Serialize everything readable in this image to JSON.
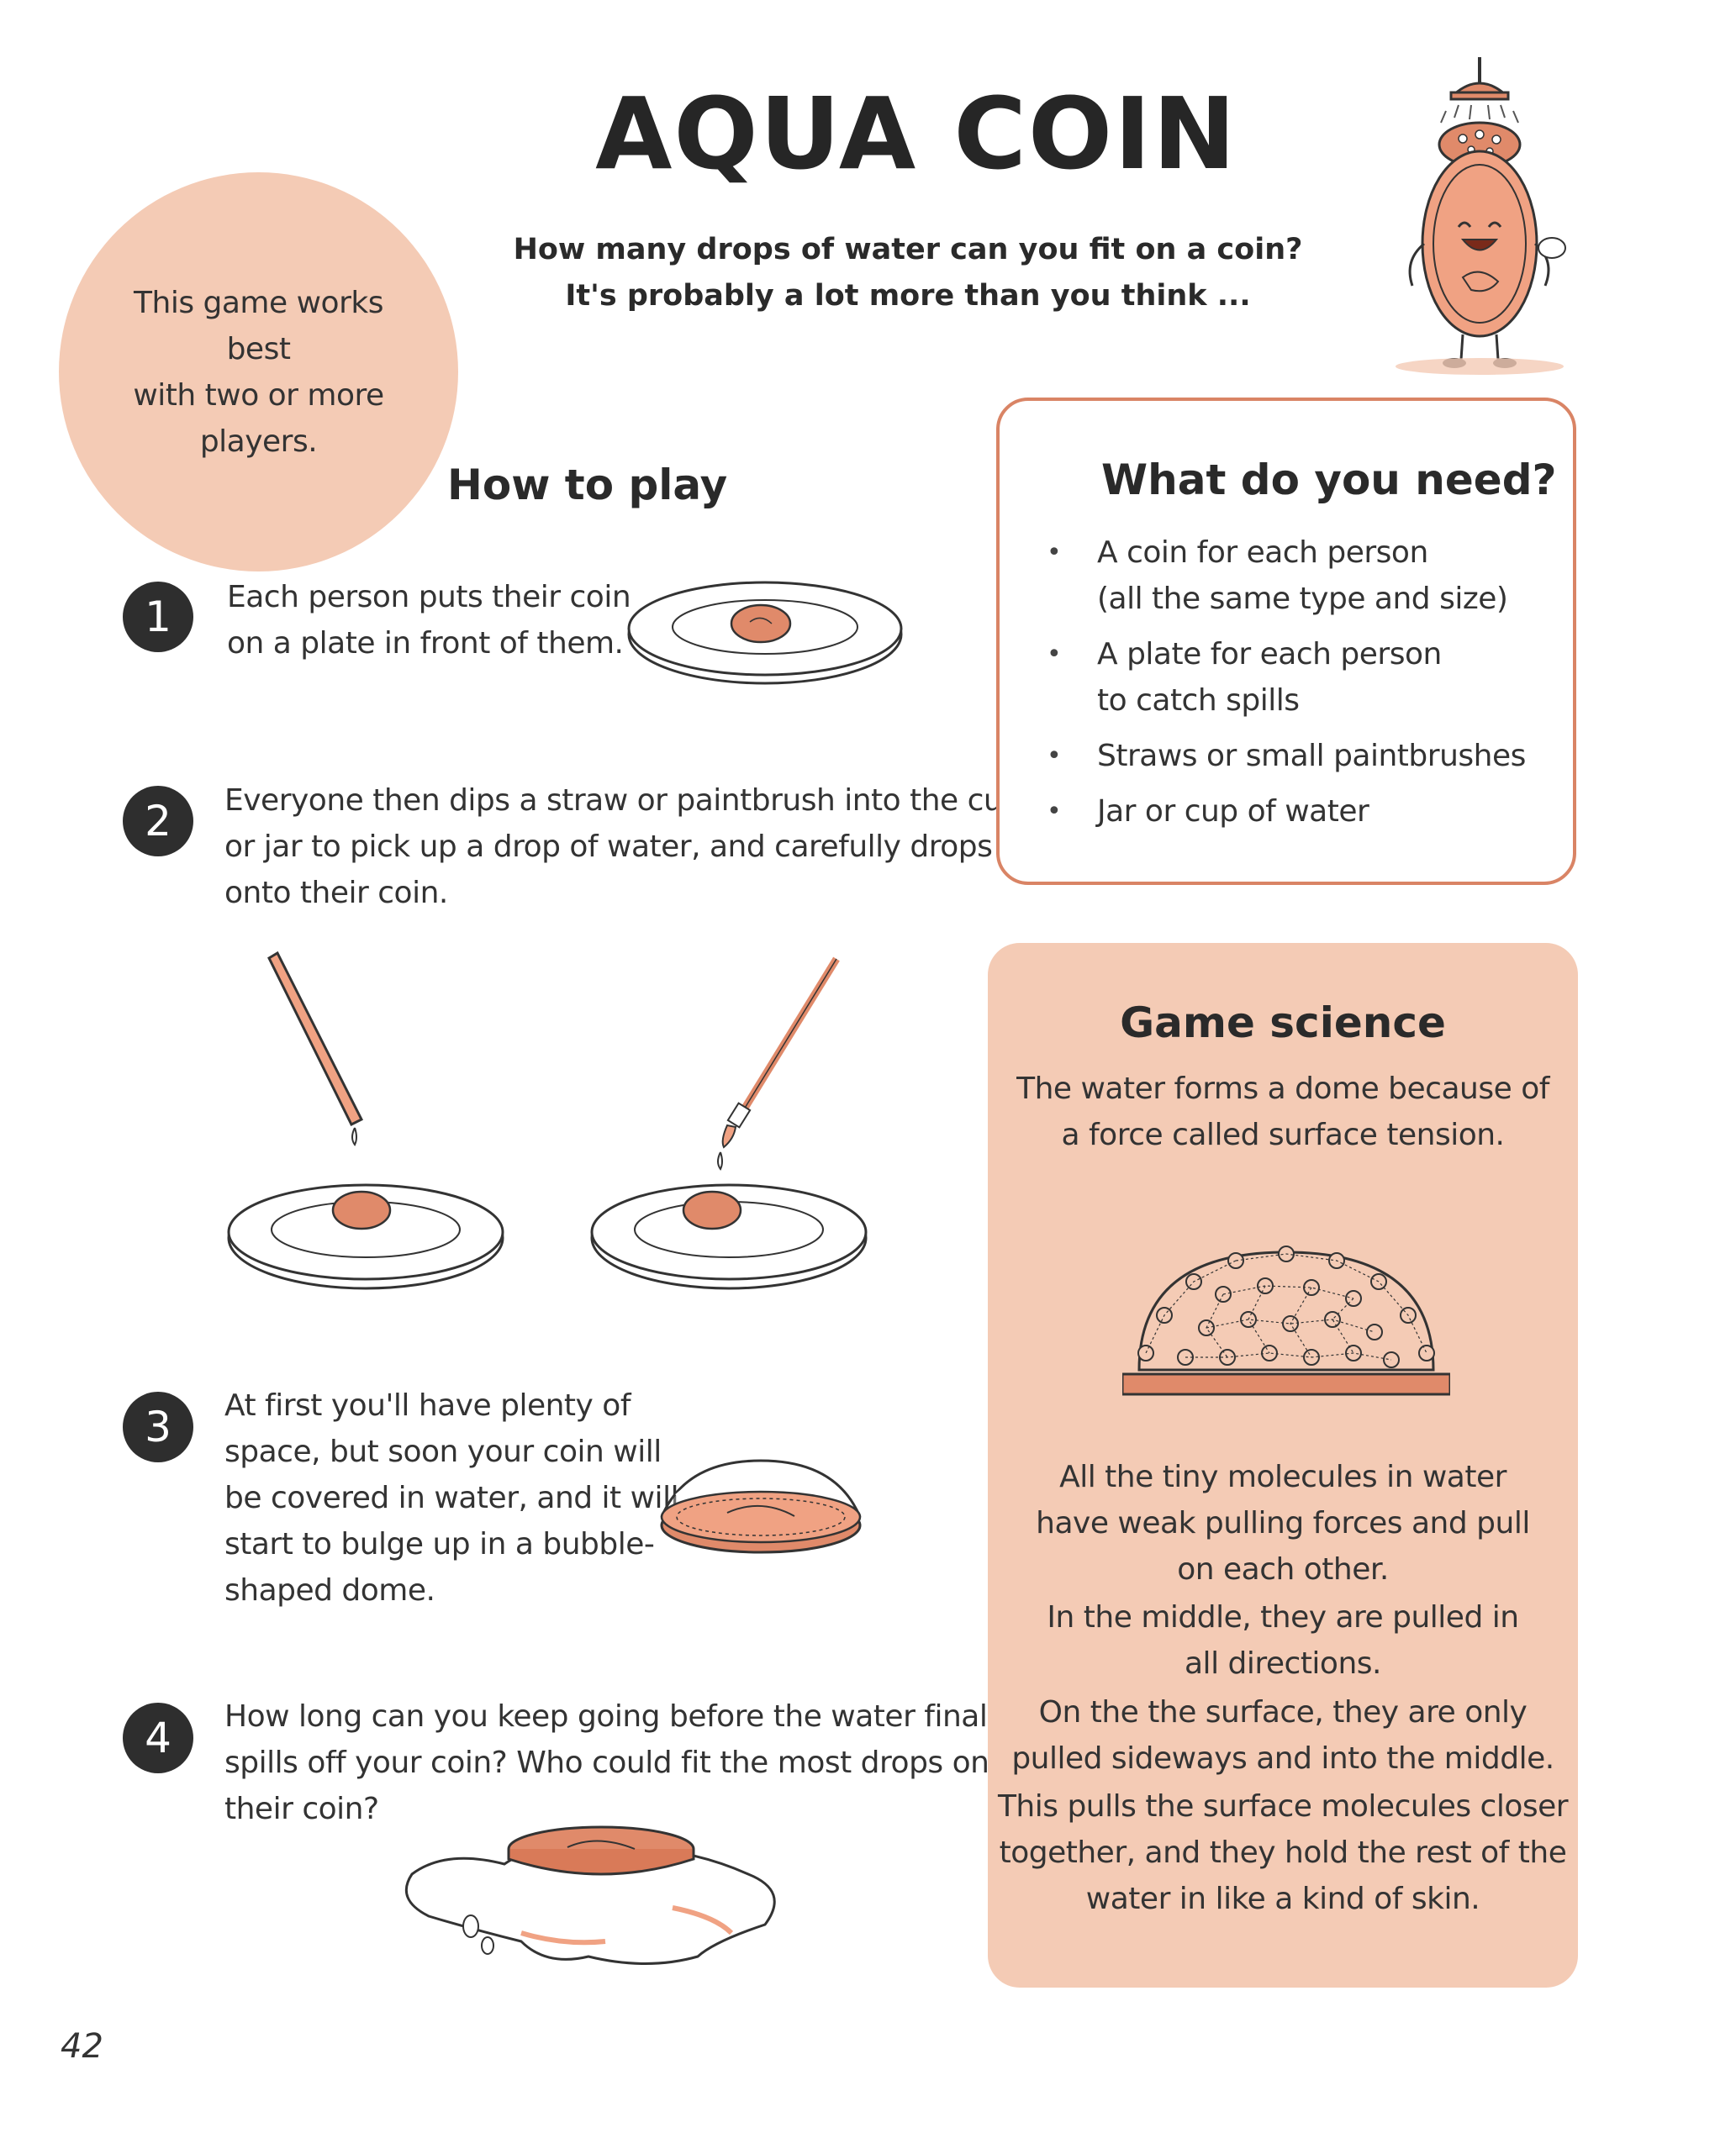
{
  "title": "AQUA COIN",
  "subtitle": [
    "How many drops of water can you fit on a coin?",
    "It's probably a lot more than you think ..."
  ],
  "intro": [
    "This game works best",
    "with two or more",
    "players."
  ],
  "how_to_play": {
    "heading": "How to play",
    "steps": [
      {
        "number": "1",
        "lines": [
          "Each person puts their coin",
          "on a plate in front of them."
        ]
      },
      {
        "number": "2",
        "lines": [
          "Everyone then dips a straw or paintbrush into the cup",
          "or jar to pick up a drop of water, and carefully drops it",
          "onto their coin."
        ]
      },
      {
        "number": "3",
        "lines": [
          "At first you'll have plenty of",
          "space, but soon your coin will",
          "be covered in water, and it will",
          "start to bulge up in a bubble-",
          "shaped dome."
        ]
      },
      {
        "number": "4",
        "lines": [
          "How long can you keep going before the water finally",
          "spills off your coin? Who could fit the most drops on",
          "their coin?"
        ]
      }
    ]
  },
  "needs": {
    "heading": "What do you need?",
    "items": [
      {
        "lines": [
          "A coin for each person",
          "(all the same type and size)"
        ]
      },
      {
        "lines": [
          "A plate for each person",
          "to catch spills"
        ]
      },
      {
        "lines": [
          "Straws or small paintbrushes"
        ]
      },
      {
        "lines": [
          "Jar or cup of water"
        ]
      }
    ]
  },
  "science": {
    "heading": "Game science",
    "intro": [
      "The water forms a dome because of",
      "a force called surface tension."
    ],
    "paragraphs": [
      [
        "All the tiny molecules in water",
        "have weak pulling forces and pull",
        "on each other."
      ],
      [
        "In the middle, they are pulled in",
        "all directions."
      ],
      [
        "On the the surface, they are only",
        "pulled sideways and into the middle."
      ],
      [
        "This pulls the surface molecules closer",
        "together, and they hold the rest of the",
        "water in like a kind of skin."
      ]
    ]
  },
  "page_number": "42",
  "colors": {
    "peach": "#f4cbb5",
    "copper": "#d98465",
    "dark": "#2e2e2e"
  }
}
